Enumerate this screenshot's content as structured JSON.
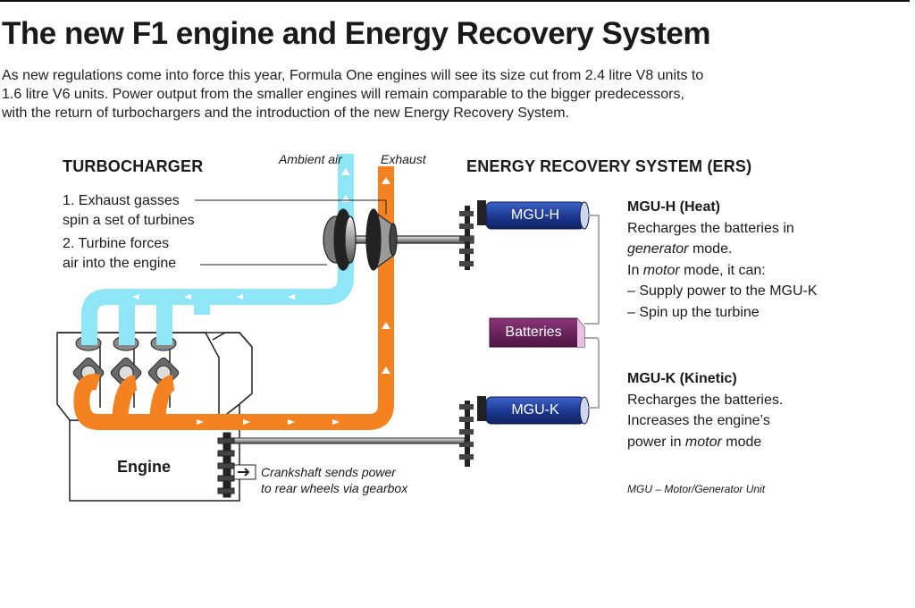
{
  "header": {
    "title": "The new F1 engine and Energy Recovery System",
    "intro_lines": [
      "As new regulations come into force this year, Formula One engines will see its size cut from 2.4 litre V8 units to",
      "1.6 litre V6 units. Power output from the smaller engines will remain comparable to the bigger predecessors,",
      "with the return of turbochargers and the introduction of the new Energy Recovery System."
    ]
  },
  "turbocharger": {
    "heading": "TURBOCHARGER",
    "step1_line1": "1. Exhaust gasses",
    "step1_line2": "spin a set of turbines",
    "step2_line1": "2. Turbine forces",
    "step2_line2": "air into the engine"
  },
  "flows": {
    "ambient_air": "Ambient air",
    "exhaust": "Exhaust",
    "air_color": "#8ee6f7",
    "exhaust_color": "#f58220"
  },
  "ers": {
    "heading": "ENERGY RECOVERY SYSTEM (ERS)",
    "mgu_h_label": "MGU-H",
    "mgu_k_label": "MGU-K",
    "batteries_label": "Batteries",
    "unit_color": "#1f3a93",
    "battery_color": "#6b1f5c"
  },
  "engine": {
    "label": "Engine",
    "crankshaft_line1": "Crankshaft sends power",
    "crankshaft_line2": "to rear wheels via gearbox"
  },
  "mgu_h_desc": {
    "title": "MGU-H (Heat)",
    "line1": "Recharges the batteries in",
    "line2_em": "generator",
    "line2_rest": " mode.",
    "line3_pre": "In ",
    "line3_em": "motor",
    "line3_rest": " mode, it can:",
    "line4": "– Supply power to the MGU-K",
    "line5": "– Spin up the turbine"
  },
  "mgu_k_desc": {
    "title": "MGU-K (Kinetic)",
    "line1": "Recharges the batteries.",
    "line2": "Increases the engine’s",
    "line3_pre": "power in ",
    "line3_em": "motor",
    "line3_rest": " mode"
  },
  "footnote": "MGU – Motor/Generator Unit"
}
